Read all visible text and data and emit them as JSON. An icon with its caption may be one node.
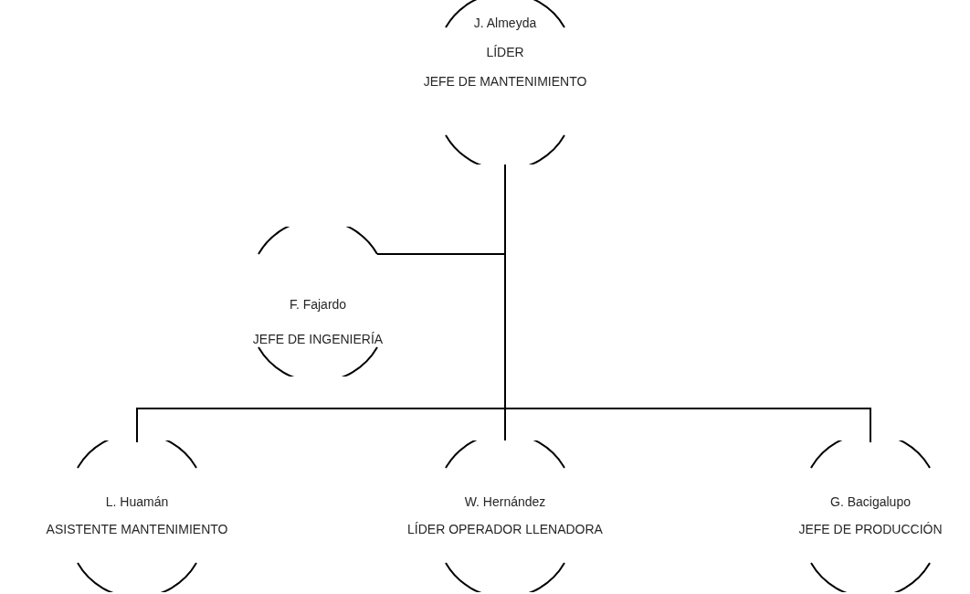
{
  "diagram": {
    "nodes": [
      {
        "text": [
          "J. Almeyda",
          "LÍDER",
          "JEFE DE MANTENIMIENTO"
        ]
      },
      {
        "text": [
          "F. Fajardo",
          "JEFE DE INGENIERÍA"
        ]
      },
      {
        "text": [
          "L. Huamán",
          "ASISTENTE MANTENIMIENTO"
        ]
      },
      {
        "text": [
          "W. Hernández",
          "LÍDER OPERADOR LLENADORA"
        ]
      },
      {
        "text": [
          "G. Bacigalupo",
          "JEFE DE PRODUCCIÓN"
        ]
      }
    ],
    "edges": [
      {
        "from": 0,
        "to": 1,
        "arrow": "none"
      },
      {
        "from": 0,
        "to": 2,
        "arrow": "none"
      },
      {
        "from": 0,
        "to": 3,
        "arrow": "none"
      },
      {
        "from": 0,
        "to": 4,
        "arrow": "none"
      }
    ]
  }
}
